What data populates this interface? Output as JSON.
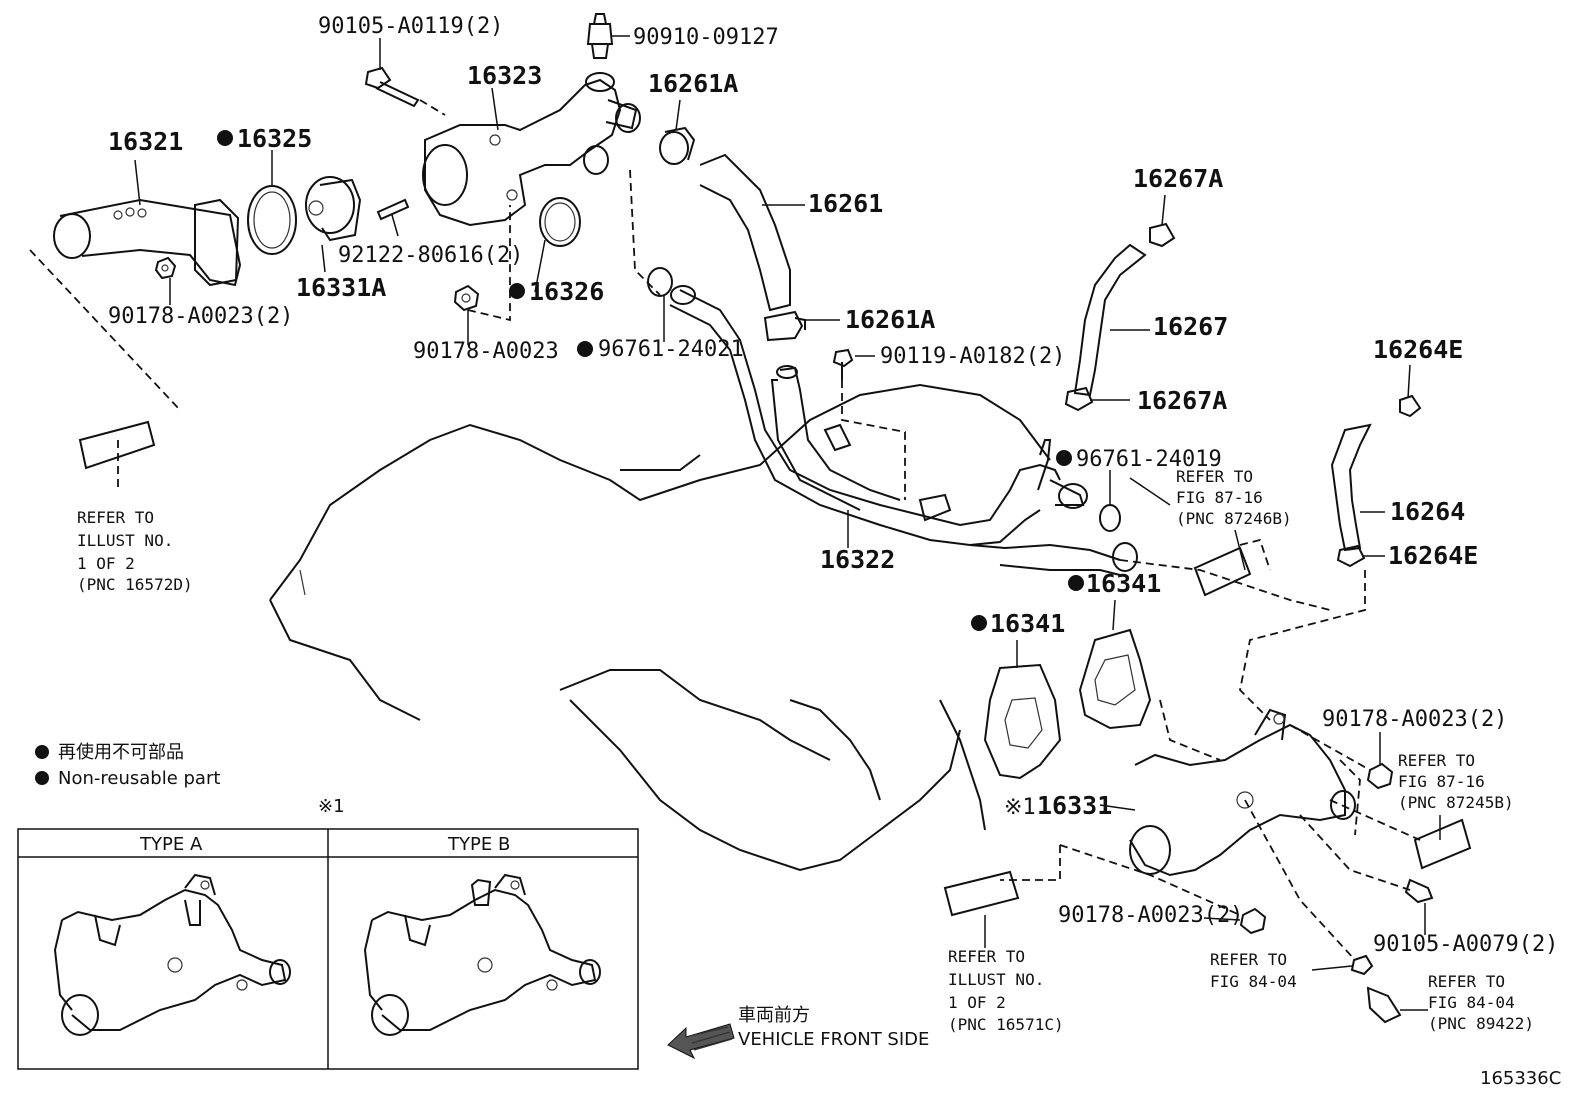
{
  "labels": {
    "p1": "90105-A0119(2)",
    "p2": "90910-09127",
    "p3": "16323",
    "p4": "16261A",
    "p5": "16321",
    "p6": "16325",
    "p7": "16261",
    "p8": "16267A",
    "p9": "92122-80616(2)",
    "p10": "16326",
    "p11": "16331A",
    "p12": "90178-A0023(2)",
    "p13": "90178-A0023",
    "p14": "96761-24021",
    "p15": "16261A",
    "p16": "90119-A0182(2)",
    "p17": "16267",
    "p18": "16264E",
    "p19": "16267A",
    "p20": "96761-24019",
    "p21": "16264",
    "p22": "16322",
    "p23": "16264E",
    "p24": "16341",
    "p25": "16341",
    "p26": "90178-A0023(2)",
    "p27": "16331",
    "p28": "90178-A0023(2)",
    "p29": "90105-A0079(2)"
  },
  "refs": {
    "r1": [
      "REFER TO",
      "ILLUST NO.",
      "1 OF 2",
      "(PNC 16572D)"
    ],
    "r2": [
      "REFER TO",
      "FIG 87-16",
      "(PNC 87246B)"
    ],
    "r3": [
      "REFER TO",
      "FIG 87-16",
      "(PNC 87245B)"
    ],
    "r4": [
      "REFER TO",
      "ILLUST NO.",
      "1 OF 2",
      "(PNC 16571C)"
    ],
    "r5": [
      "REFER TO",
      "FIG 84-04"
    ],
    "r6": [
      "REFER TO",
      "FIG 84-04",
      "(PNC 89422)"
    ]
  },
  "legend": {
    "jp": "再使用不可部品",
    "en": "Non-reusable part"
  },
  "note_mark": "※1",
  "types": {
    "a": "TYPE A",
    "b": "TYPE B"
  },
  "front": {
    "jp": "車両前方",
    "en": "VEHICLE FRONT SIDE"
  },
  "diagram_id": "165336C"
}
